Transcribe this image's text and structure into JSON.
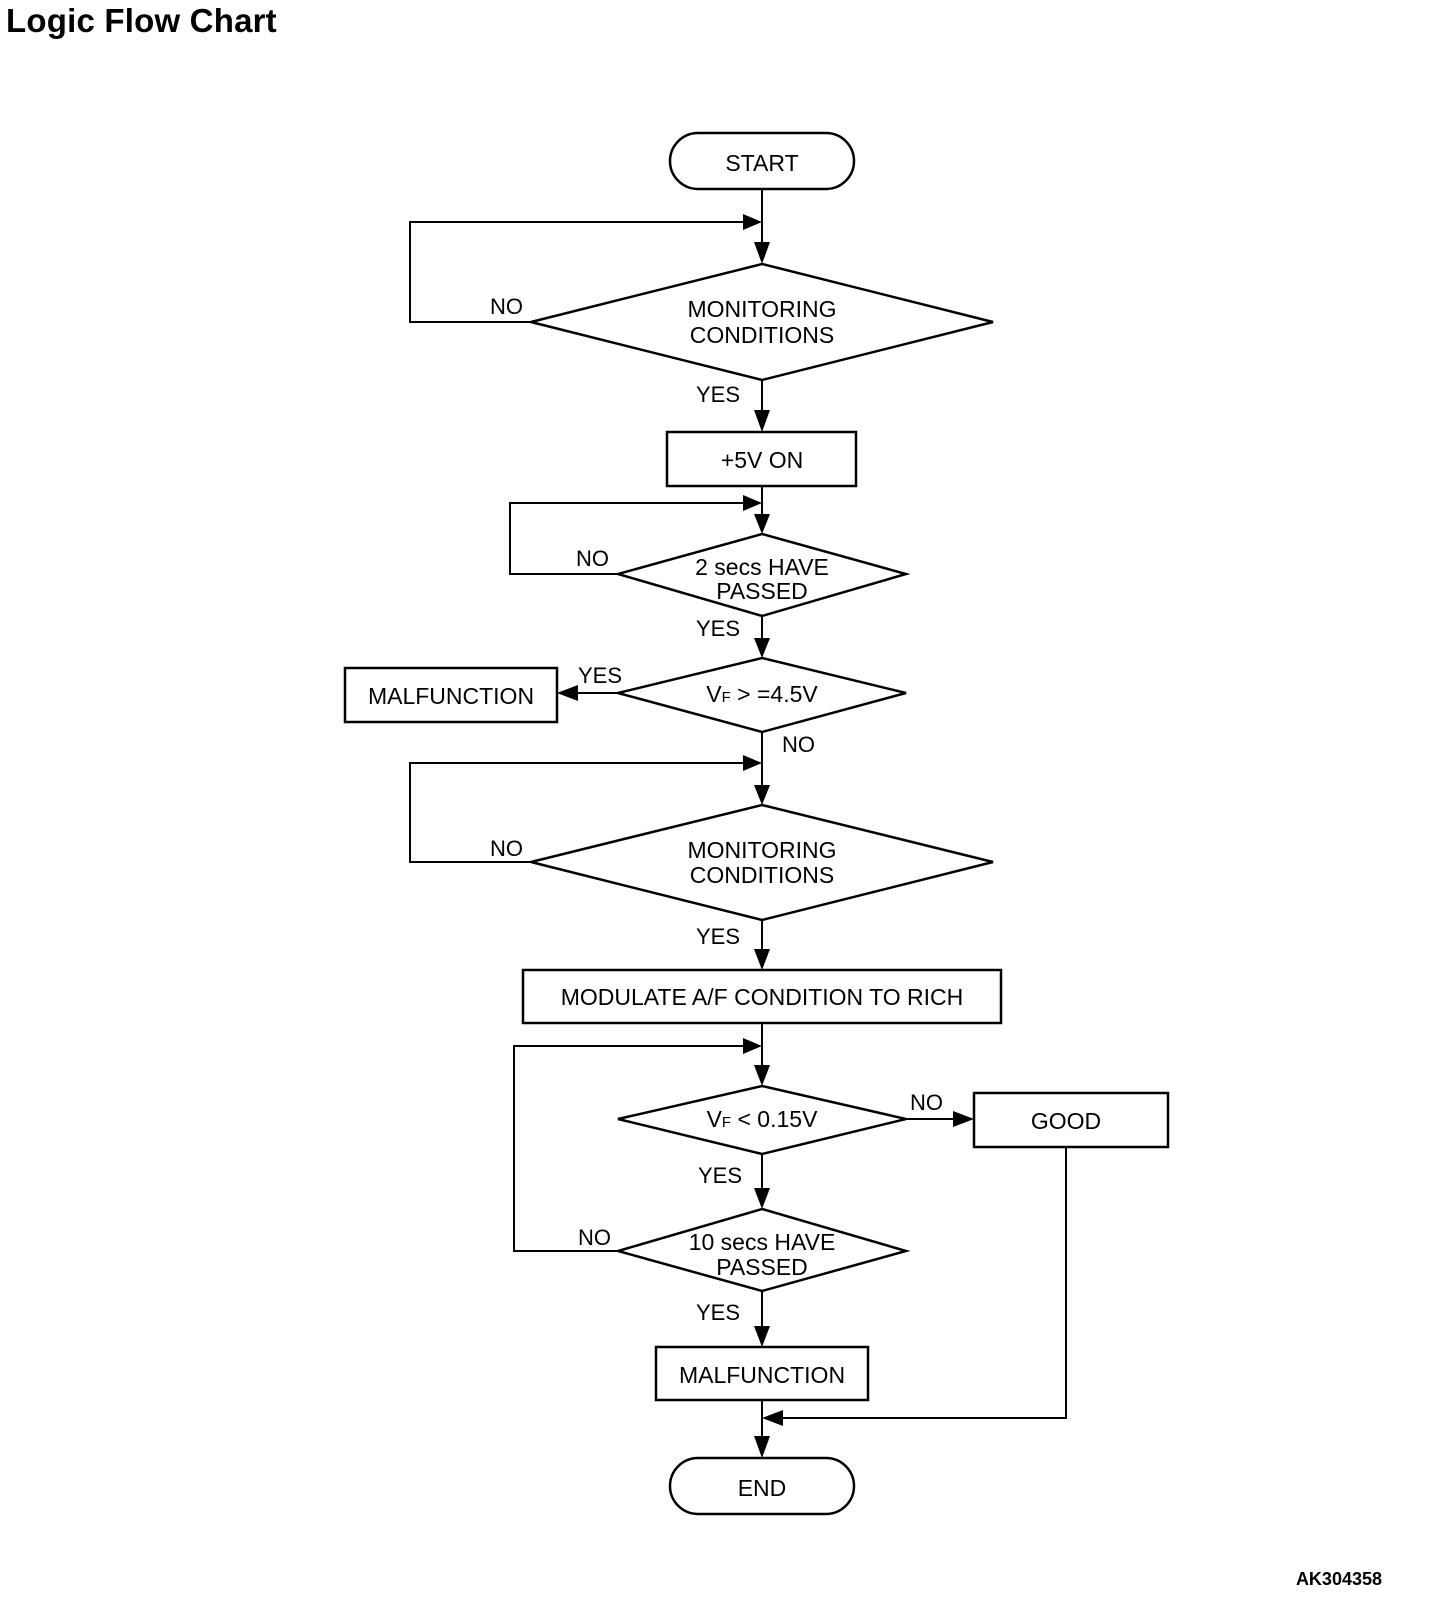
{
  "title": "Logic Flow Chart",
  "reference_code": "AK304358",
  "nodes": {
    "start": "START",
    "monitoring_1": [
      "MONITORING",
      "CONDITIONS"
    ],
    "plus5v": "+5V ON",
    "two_secs": [
      "2 secs HAVE",
      "PASSED"
    ],
    "vf_high": {
      "v": "V",
      "sub": "F",
      "rest": " > =4.5V"
    },
    "malfunction_1": "MALFUNCTION",
    "monitoring_2": [
      "MONITORING",
      "CONDITIONS"
    ],
    "modulate": "MODULATE A/F CONDITION TO RICH",
    "vf_low": {
      "v": "V",
      "sub": "F",
      "rest": " < 0.15V"
    },
    "good": "GOOD",
    "ten_secs": [
      "10 secs HAVE",
      "PASSED"
    ],
    "malfunction_2": "MALFUNCTION",
    "end": "END"
  },
  "edge_labels": {
    "monitoring_1_no": "NO",
    "monitoring_1_yes": "YES",
    "two_secs_no": "NO",
    "two_secs_yes": "YES",
    "vf_high_yes": "YES",
    "vf_high_no": "NO",
    "monitoring_2_no": "NO",
    "monitoring_2_yes": "YES",
    "vf_low_no": "NO",
    "vf_low_yes": "YES",
    "ten_secs_no": "NO",
    "ten_secs_yes": "YES"
  }
}
